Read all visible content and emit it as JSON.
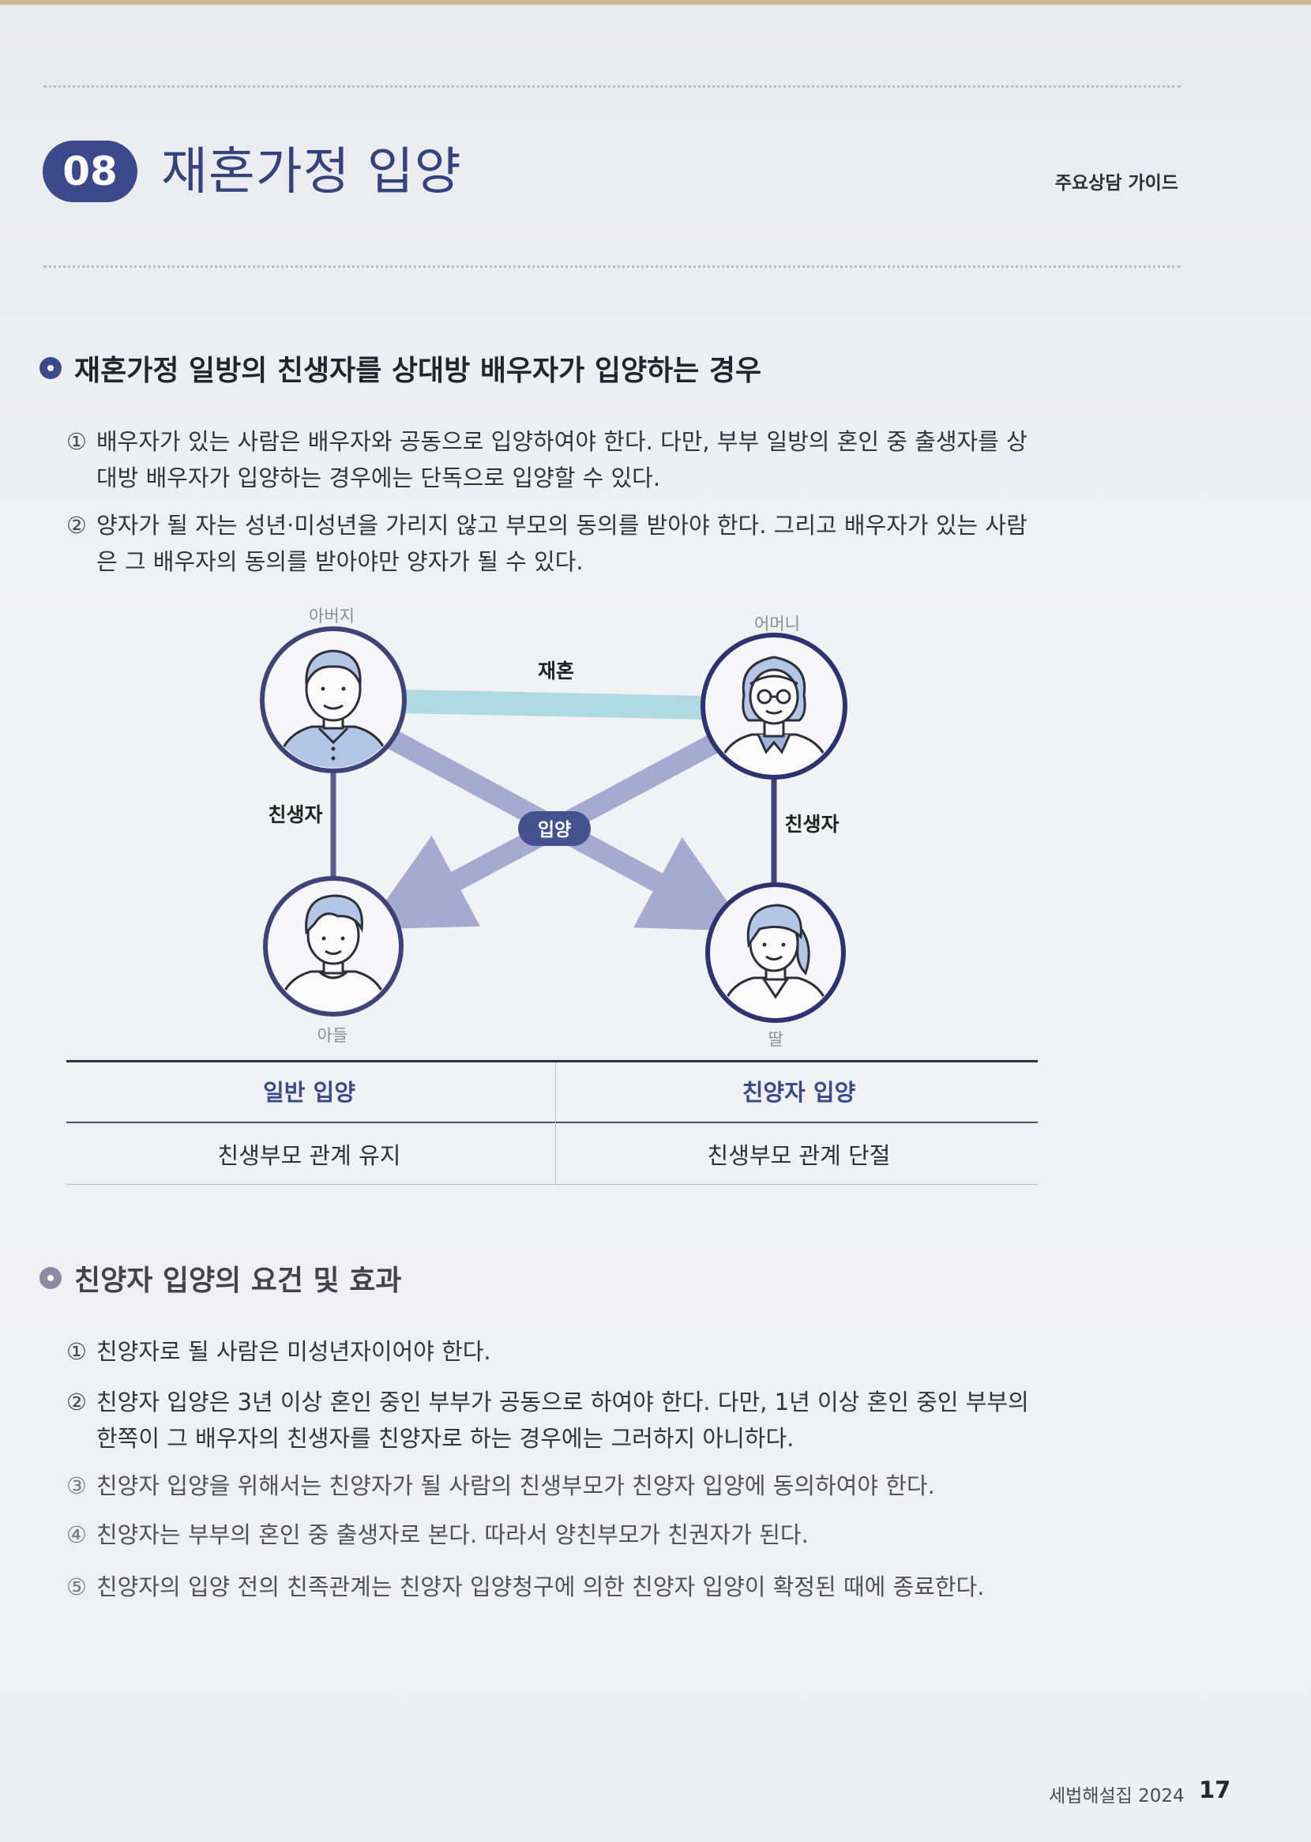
{
  "header": {
    "chapter_number": "08",
    "chapter_title": "재혼가정 입양",
    "guide_label": "주요상담 가이드"
  },
  "section1": {
    "title": "재혼가정 일방의 친생자를 상대방 배우자가 입양하는 경우",
    "items": [
      {
        "num": "①",
        "text": "배우자가 있는 사람은 배우자와 공동으로 입양하여야 한다. 다만, 부부 일방의 혼인 중 출생자를 상대방 배우자가 입양하는 경우에는 단독으로 입양할 수 있다."
      },
      {
        "num": "②",
        "text": "양자가 될 자는 성년·미성년을 가리지 않고 부모의 동의를 받아야 한다. 그리고 배우자가 있는 사람은 그 배우자의 동의를 받아야만 양자가 될 수 있다."
      }
    ]
  },
  "diagram": {
    "father": "아버지",
    "mother": "어머니",
    "son": "아들",
    "daughter": "딸",
    "remarriage": "재혼",
    "biological_left": "친생자",
    "biological_right": "친생자",
    "adoption": "입양"
  },
  "table": {
    "headers": [
      "일반 입양",
      "친양자 입양"
    ],
    "cells": [
      "친생부모 관계 유지",
      "친생부모 관계 단절"
    ]
  },
  "section2": {
    "title": "친양자 입양의 요건 및 효과",
    "items": [
      {
        "num": "①",
        "text": "친양자로 될 사람은 미성년자이어야 한다."
      },
      {
        "num": "②",
        "text": "친양자 입양은 3년 이상 혼인 중인 부부가 공동으로 하여야 한다. 다만, 1년 이상 혼인 중인 부부의 한쪽이 그 배우자의 친생자를 친양자로 하는 경우에는 그러하지 아니하다."
      },
      {
        "num": "③",
        "text": "친양자 입양을 위해서는 친양자가 될 사람의 친생부모가 친양자 입양에 동의하여야 한다."
      },
      {
        "num": "④",
        "text": "친양자는 부부의 혼인 중 출생자로 본다. 따라서 양친부모가 친권자가 된다."
      },
      {
        "num": "⑤",
        "text": "친양자의 입양 전의 친족관계는 친양자 입양청구에 의한 친양자 입양이 확정된 때에 종료한다."
      }
    ]
  },
  "footer": {
    "book_title": "세법해설집 2024",
    "page_number": "17"
  }
}
